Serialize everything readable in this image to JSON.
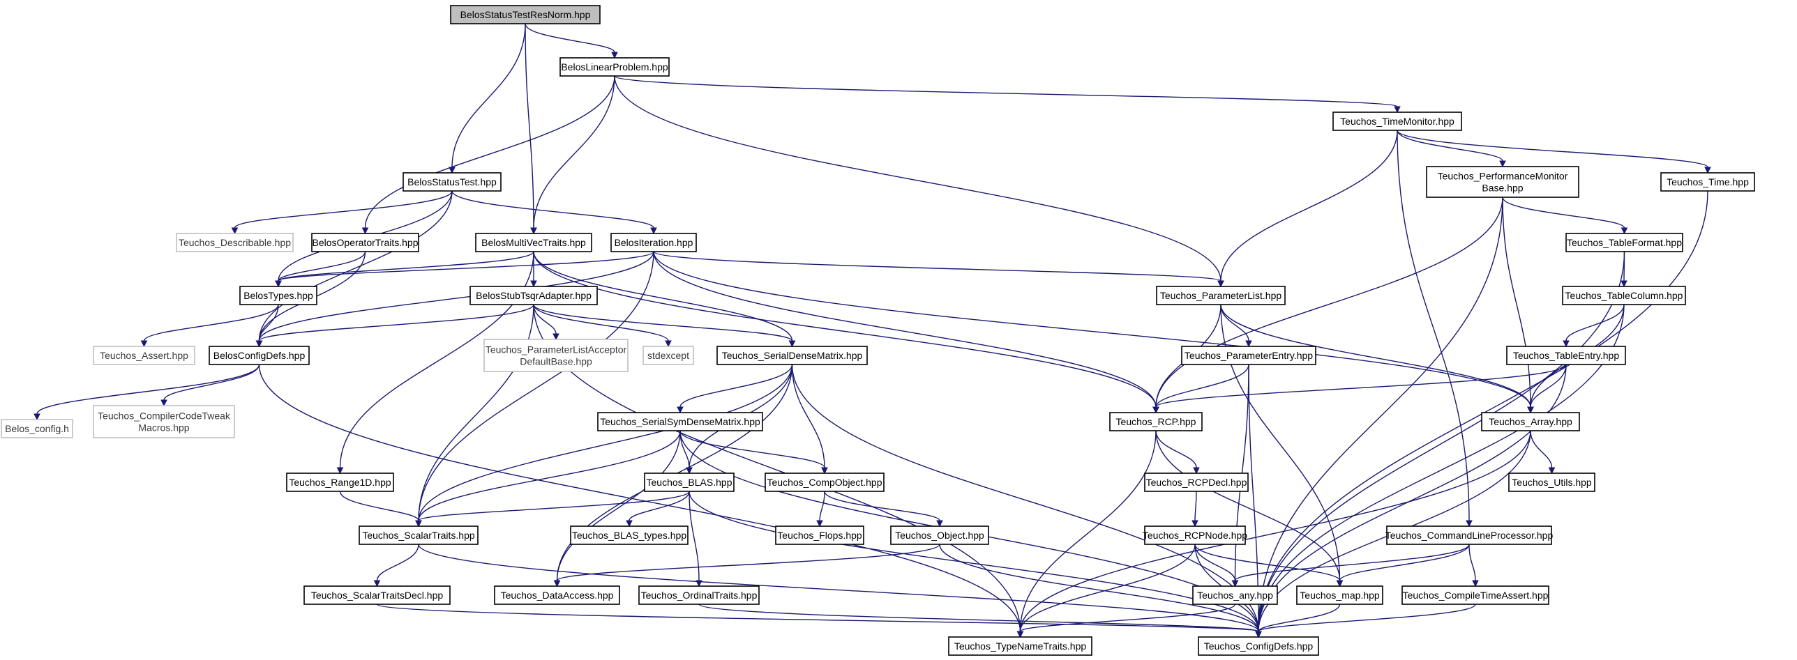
{
  "colors": {
    "edge": "#191970",
    "node_border": "#000000",
    "external_border": "#bfbfbf",
    "root_fill": "#bfbfbf"
  },
  "nodes": [
    {
      "id": "root",
      "label": [
        "BelosStatusTestResNorm.hpp"
      ],
      "kind": "root"
    },
    {
      "id": "linprob",
      "label": [
        "BelosLinearProblem.hpp"
      ],
      "kind": "std"
    },
    {
      "id": "statustest",
      "label": [
        "BelosStatusTest.hpp"
      ],
      "kind": "std"
    },
    {
      "id": "timemon",
      "label": [
        "Teuchos_TimeMonitor.hpp"
      ],
      "kind": "std"
    },
    {
      "id": "perfmon",
      "label": [
        "Teuchos_PerformanceMonitor",
        "Base.hpp"
      ],
      "kind": "std"
    },
    {
      "id": "time",
      "label": [
        "Teuchos_Time.hpp"
      ],
      "kind": "std"
    },
    {
      "id": "describable",
      "label": [
        "Teuchos_Describable.hpp"
      ],
      "kind": "ext"
    },
    {
      "id": "optraits",
      "label": [
        "BelosOperatorTraits.hpp"
      ],
      "kind": "std"
    },
    {
      "id": "mvtraits",
      "label": [
        "BelosMultiVecTraits.hpp"
      ],
      "kind": "std"
    },
    {
      "id": "iteration",
      "label": [
        "BelosIteration.hpp"
      ],
      "kind": "std"
    },
    {
      "id": "tableformat",
      "label": [
        "Teuchos_TableFormat.hpp"
      ],
      "kind": "std"
    },
    {
      "id": "types",
      "label": [
        "BelosTypes.hpp"
      ],
      "kind": "std"
    },
    {
      "id": "tsqr",
      "label": [
        "BelosStubTsqrAdapter.hpp"
      ],
      "kind": "std"
    },
    {
      "id": "paramlist",
      "label": [
        "Teuchos_ParameterList.hpp"
      ],
      "kind": "std"
    },
    {
      "id": "tablecolumn",
      "label": [
        "Teuchos_TableColumn.hpp"
      ],
      "kind": "std"
    },
    {
      "id": "assert",
      "label": [
        "Teuchos_Assert.hpp"
      ],
      "kind": "ext"
    },
    {
      "id": "configdefs",
      "label": [
        "BelosConfigDefs.hpp"
      ],
      "kind": "std"
    },
    {
      "id": "placcept",
      "label": [
        "Teuchos_ParameterListAcceptor",
        "DefaultBase.hpp"
      ],
      "kind": "ext"
    },
    {
      "id": "stdexcept",
      "label": [
        "stdexcept"
      ],
      "kind": "ext"
    },
    {
      "id": "sdm",
      "label": [
        "Teuchos_SerialDenseMatrix.hpp"
      ],
      "kind": "std"
    },
    {
      "id": "paramentry",
      "label": [
        "Teuchos_ParameterEntry.hpp"
      ],
      "kind": "std"
    },
    {
      "id": "tableentry",
      "label": [
        "Teuchos_TableEntry.hpp"
      ],
      "kind": "std"
    },
    {
      "id": "belosconfig",
      "label": [
        "Belos_config.h"
      ],
      "kind": "ext"
    },
    {
      "id": "compilertweak",
      "label": [
        "Teuchos_CompilerCodeTweak",
        "Macros.hpp"
      ],
      "kind": "ext"
    },
    {
      "id": "ssdm",
      "label": [
        "Teuchos_SerialSymDenseMatrix.hpp"
      ],
      "kind": "std"
    },
    {
      "id": "rcp",
      "label": [
        "Teuchos_RCP.hpp"
      ],
      "kind": "std"
    },
    {
      "id": "array",
      "label": [
        "Teuchos_Array.hpp"
      ],
      "kind": "std"
    },
    {
      "id": "range1d",
      "label": [
        "Teuchos_Range1D.hpp"
      ],
      "kind": "std"
    },
    {
      "id": "blas",
      "label": [
        "Teuchos_BLAS.hpp"
      ],
      "kind": "std"
    },
    {
      "id": "compobj",
      "label": [
        "Teuchos_CompObject.hpp"
      ],
      "kind": "std"
    },
    {
      "id": "rcpdecl",
      "label": [
        "Teuchos_RCPDecl.hpp"
      ],
      "kind": "std"
    },
    {
      "id": "utils",
      "label": [
        "Teuchos_Utils.hpp"
      ],
      "kind": "std"
    },
    {
      "id": "scalartraits",
      "label": [
        "Teuchos_ScalarTraits.hpp"
      ],
      "kind": "std"
    },
    {
      "id": "blastypes",
      "label": [
        "Teuchos_BLAS_types.hpp"
      ],
      "kind": "std"
    },
    {
      "id": "flops",
      "label": [
        "Teuchos_Flops.hpp"
      ],
      "kind": "std"
    },
    {
      "id": "object",
      "label": [
        "Teuchos_Object.hpp"
      ],
      "kind": "std"
    },
    {
      "id": "rcpnode",
      "label": [
        "Teuchos_RCPNode.hpp"
      ],
      "kind": "std"
    },
    {
      "id": "clp",
      "label": [
        "Teuchos_CommandLineProcessor.hpp"
      ],
      "kind": "std"
    },
    {
      "id": "stdecl",
      "label": [
        "Teuchos_ScalarTraitsDecl.hpp"
      ],
      "kind": "std"
    },
    {
      "id": "dataaccess",
      "label": [
        "Teuchos_DataAccess.hpp"
      ],
      "kind": "std"
    },
    {
      "id": "ordinal",
      "label": [
        "Teuchos_OrdinalTraits.hpp"
      ],
      "kind": "std"
    },
    {
      "id": "any",
      "label": [
        "Teuchos_any.hpp"
      ],
      "kind": "std"
    },
    {
      "id": "map",
      "label": [
        "Teuchos_map.hpp"
      ],
      "kind": "std"
    },
    {
      "id": "cta",
      "label": [
        "Teuchos_CompileTimeAssert.hpp"
      ],
      "kind": "std"
    },
    {
      "id": "typename",
      "label": [
        "Teuchos_TypeNameTraits.hpp"
      ],
      "kind": "std"
    },
    {
      "id": "tconfigdefs",
      "label": [
        "Teuchos_ConfigDefs.hpp"
      ],
      "kind": "std"
    }
  ],
  "edges": [
    [
      "root",
      "linprob"
    ],
    [
      "root",
      "statustest"
    ],
    [
      "root",
      "mvtraits"
    ],
    [
      "linprob",
      "timemon"
    ],
    [
      "linprob",
      "optraits"
    ],
    [
      "linprob",
      "mvtraits"
    ],
    [
      "linprob",
      "paramlist"
    ],
    [
      "timemon",
      "perfmon"
    ],
    [
      "timemon",
      "time"
    ],
    [
      "timemon",
      "paramlist"
    ],
    [
      "timemon",
      "clp"
    ],
    [
      "perfmon",
      "tableformat"
    ],
    [
      "perfmon",
      "array"
    ],
    [
      "perfmon",
      "rcp"
    ],
    [
      "perfmon",
      "tconfigdefs"
    ],
    [
      "time",
      "tconfigdefs"
    ],
    [
      "statustest",
      "describable"
    ],
    [
      "statustest",
      "iteration"
    ],
    [
      "statustest",
      "types"
    ],
    [
      "statustest",
      "configdefs"
    ],
    [
      "optraits",
      "types"
    ],
    [
      "optraits",
      "configdefs"
    ],
    [
      "mvtraits",
      "types"
    ],
    [
      "mvtraits",
      "tsqr"
    ],
    [
      "mvtraits",
      "range1d"
    ],
    [
      "mvtraits",
      "sdm"
    ],
    [
      "mvtraits",
      "rcp"
    ],
    [
      "iteration",
      "types"
    ],
    [
      "iteration",
      "configdefs"
    ],
    [
      "iteration",
      "paramlist"
    ],
    [
      "iteration",
      "rcp"
    ],
    [
      "iteration",
      "array"
    ],
    [
      "iteration",
      "scalartraits"
    ],
    [
      "types",
      "assert"
    ],
    [
      "types",
      "configdefs"
    ],
    [
      "tsqr",
      "configdefs"
    ],
    [
      "tsqr",
      "placcept"
    ],
    [
      "tsqr",
      "stdexcept"
    ],
    [
      "tsqr",
      "sdm"
    ],
    [
      "tsqr",
      "scalartraits"
    ],
    [
      "tsqr",
      "typename"
    ],
    [
      "configdefs",
      "belosconfig"
    ],
    [
      "configdefs",
      "compilertweak"
    ],
    [
      "configdefs",
      "typename"
    ],
    [
      "tableformat",
      "tablecolumn"
    ],
    [
      "tableformat",
      "tconfigdefs"
    ],
    [
      "tablecolumn",
      "tableentry"
    ],
    [
      "tablecolumn",
      "array"
    ],
    [
      "tablecolumn",
      "tconfigdefs"
    ],
    [
      "tableentry",
      "rcp"
    ],
    [
      "tableentry",
      "array"
    ],
    [
      "tableentry",
      "tconfigdefs"
    ],
    [
      "paramlist",
      "paramentry"
    ],
    [
      "paramlist",
      "rcp"
    ],
    [
      "paramlist",
      "array"
    ],
    [
      "paramlist",
      "map"
    ],
    [
      "paramentry",
      "rcp"
    ],
    [
      "paramentry",
      "any"
    ],
    [
      "paramentry",
      "tconfigdefs"
    ],
    [
      "sdm",
      "ssdm"
    ],
    [
      "sdm",
      "blas"
    ],
    [
      "sdm",
      "compobj"
    ],
    [
      "sdm",
      "scalartraits"
    ],
    [
      "sdm",
      "dataaccess"
    ],
    [
      "sdm",
      "tconfigdefs"
    ],
    [
      "ssdm",
      "blas"
    ],
    [
      "ssdm",
      "compobj"
    ],
    [
      "ssdm",
      "scalartraits"
    ],
    [
      "ssdm",
      "dataaccess"
    ],
    [
      "ssdm",
      "tconfigdefs"
    ],
    [
      "rcp",
      "rcpdecl"
    ],
    [
      "rcp",
      "typename"
    ],
    [
      "rcp",
      "map"
    ],
    [
      "array",
      "utils"
    ],
    [
      "array",
      "typename"
    ],
    [
      "array",
      "tconfigdefs"
    ],
    [
      "range1d",
      "scalartraits"
    ],
    [
      "blas",
      "blastypes"
    ],
    [
      "blas",
      "scalartraits"
    ],
    [
      "blas",
      "ordinal"
    ],
    [
      "blas",
      "tconfigdefs"
    ],
    [
      "compobj",
      "flops"
    ],
    [
      "compobj",
      "object"
    ],
    [
      "object",
      "dataaccess"
    ],
    [
      "object",
      "tconfigdefs"
    ],
    [
      "rcpdecl",
      "rcpnode"
    ],
    [
      "rcpnode",
      "any"
    ],
    [
      "rcpnode",
      "map"
    ],
    [
      "rcpnode",
      "typename"
    ],
    [
      "rcpnode",
      "tconfigdefs"
    ],
    [
      "scalartraits",
      "stdecl"
    ],
    [
      "scalartraits",
      "tconfigdefs"
    ],
    [
      "stdecl",
      "tconfigdefs"
    ],
    [
      "clp",
      "any"
    ],
    [
      "clp",
      "map"
    ],
    [
      "clp",
      "cta"
    ],
    [
      "ordinal",
      "tconfigdefs"
    ],
    [
      "any",
      "typename"
    ],
    [
      "map",
      "tconfigdefs"
    ],
    [
      "cta",
      "tconfigdefs"
    ]
  ]
}
